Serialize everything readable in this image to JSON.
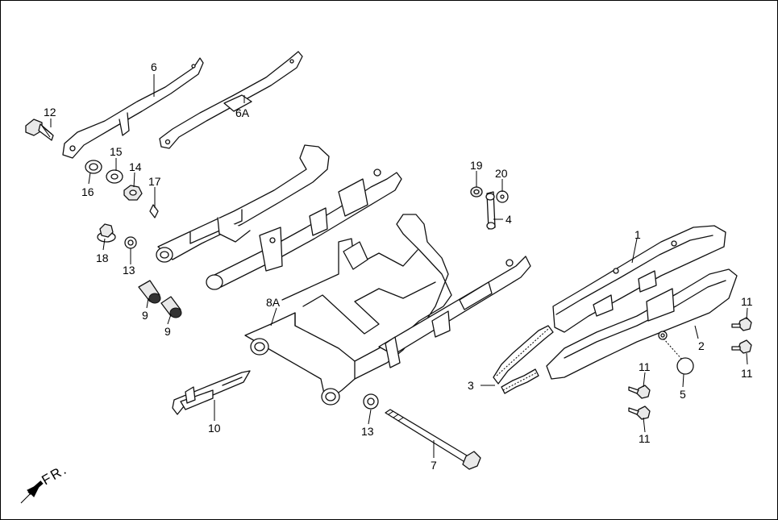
{
  "labels": {
    "l1": "1",
    "l2": "2",
    "l3": "3",
    "l4": "4",
    "l5": "5",
    "l6": "6",
    "l6a": "6A",
    "l7": "7",
    "l8a": "8A",
    "l9a": "9",
    "l9b": "9",
    "l10": "10",
    "l11a": "11",
    "l11b": "11",
    "l11c": "11",
    "l11d": "11",
    "l12": "12",
    "l13a": "13",
    "l13b": "13",
    "l14": "14",
    "l15": "15",
    "l16": "16",
    "l17": "17",
    "l18": "18",
    "l19": "19",
    "l20": "20"
  },
  "direction": {
    "text": "FR."
  },
  "icons": {
    "front_arrow": "arrow-down-left-icon"
  }
}
